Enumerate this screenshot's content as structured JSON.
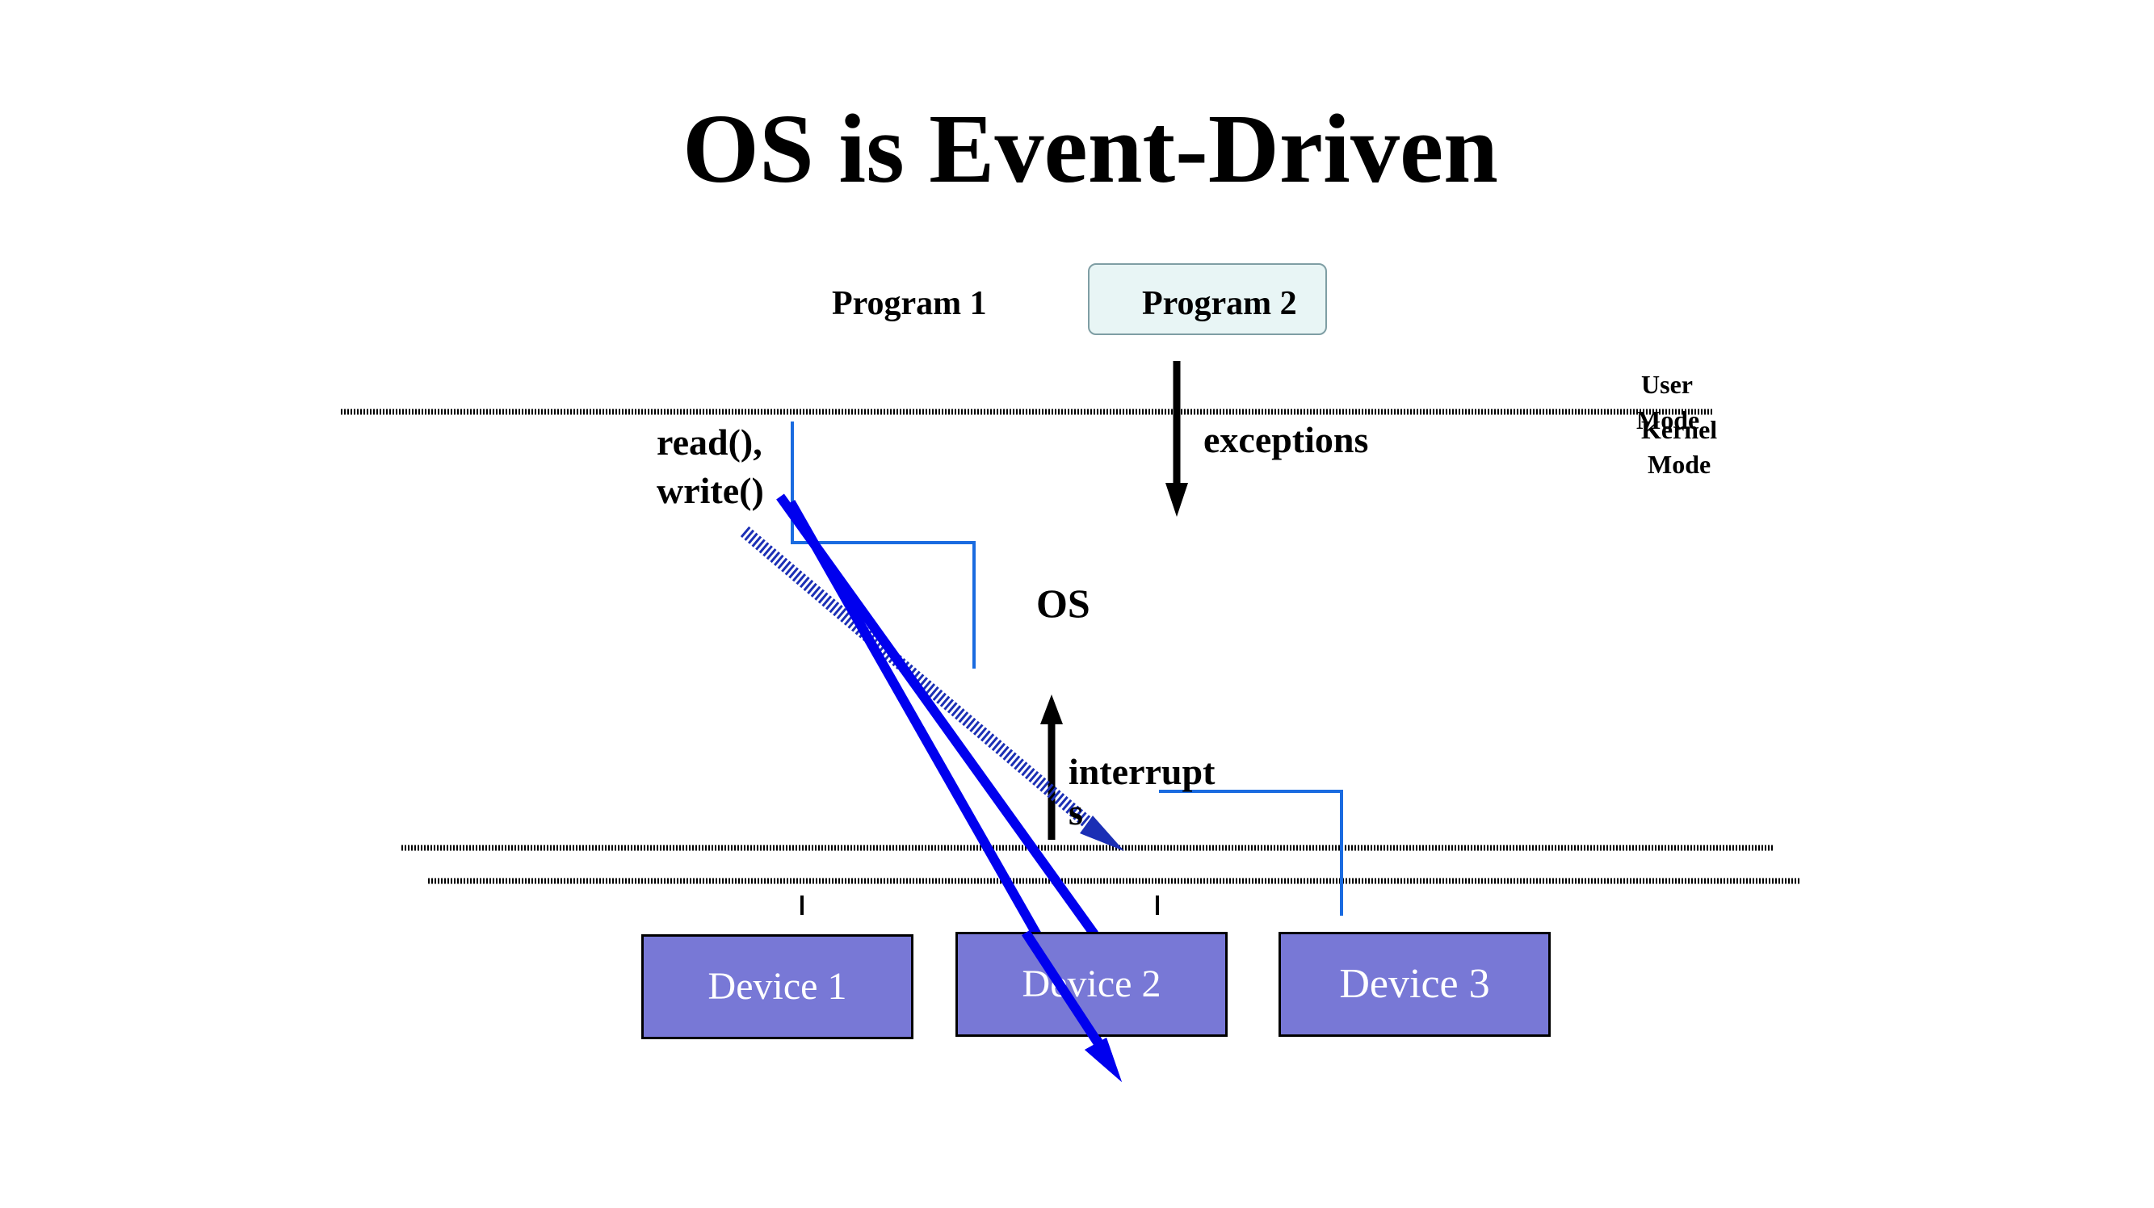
{
  "slide": {
    "title": "OS is Event-Driven"
  },
  "diagram": {
    "program_1": "Program 1",
    "program_2": "Program 2",
    "user_label": "User",
    "mode_label_1": "Mode",
    "kernel_label": "Kernel",
    "mode_label_2": "Mode",
    "syscalls_line1": "read(),",
    "syscalls_line2": "write()",
    "exceptions": "exceptions",
    "os": "OS",
    "interrupts_line1": "interrupt",
    "interrupts_line2": "s",
    "devices": [
      "Device 1",
      "Device 2",
      "Device 3"
    ]
  },
  "colors": {
    "device_fill": "#7878d6",
    "program_2_fill": "#e8f5f5",
    "arrow_blue": "#0000ee",
    "dashed_arrow_blue": "#1b2fb5",
    "connector_blue": "#1a6be0"
  }
}
